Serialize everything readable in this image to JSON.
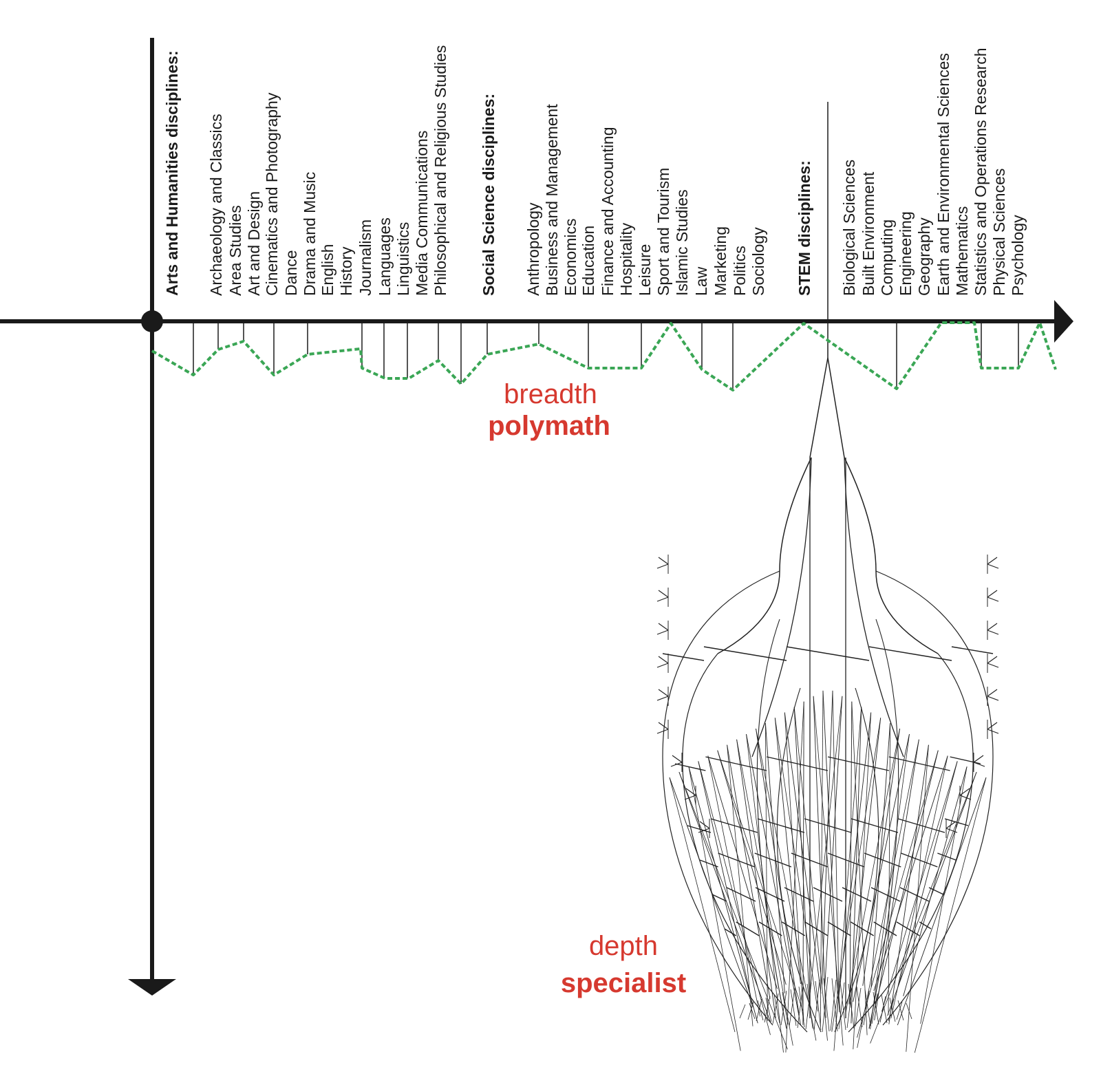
{
  "groups": [
    {
      "heading": "Arts and Humanities disciplines:",
      "disciplines": [
        "Archaeology and Classics",
        "Area Studies",
        "Art and Design",
        "Cinematics and Photography",
        "Dance",
        "Drama and Music",
        "English",
        "History",
        "Journalism",
        "Languages",
        "Linguistics",
        "Media Communications",
        "Philosophical and Religious Studies"
      ]
    },
    {
      "heading": "Social Science disciplines:",
      "disciplines": [
        "Anthropology",
        "Business and Management",
        "Economics",
        "Education",
        "Finance and Accounting",
        "Hospitality",
        "Leisure",
        "Sport and Tourism",
        "Islamic Studies",
        "Law",
        "Marketing",
        "Politics",
        "Sociology"
      ]
    },
    {
      "heading": "STEM disciplines:",
      "disciplines": [
        "Biological Sciences",
        "Built Environment",
        "Computing",
        "Engineering",
        "Geography",
        "Earth and Environmental Sciences",
        "Mathematics",
        "Statistics and Operations Research",
        "Physical Sciences",
        "Psychology"
      ]
    }
  ],
  "breadth": {
    "word": "breadth",
    "label": "polymath"
  },
  "depth": {
    "word": "depth",
    "label": "specialist"
  },
  "colors": {
    "axis": "#1a1a1a",
    "breadth_line": "#3aa655",
    "accent": "#d6392f"
  }
}
